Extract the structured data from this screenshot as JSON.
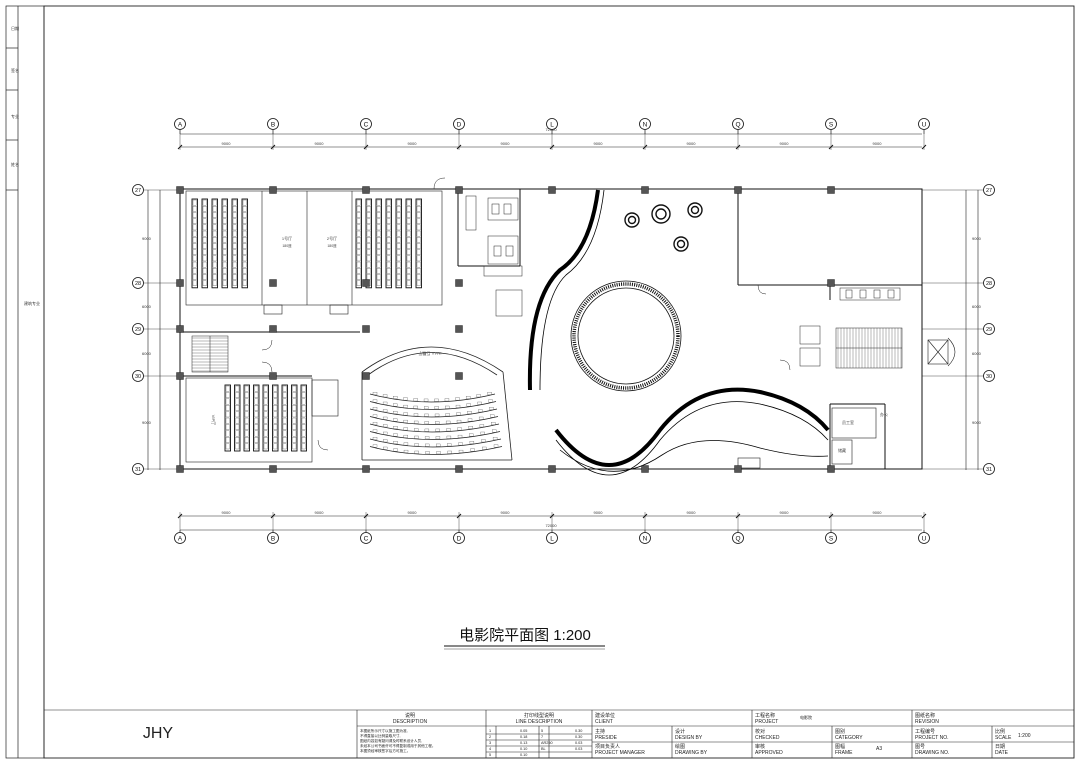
{
  "drawing": {
    "title": "电影院平面图 1:200",
    "overall_dimension": "72000",
    "bay_dimension": "9000",
    "column_axes": [
      "A",
      "B",
      "C",
      "D",
      "L",
      "N",
      "Q",
      "S",
      "U"
    ],
    "row_axes": [
      "27",
      "28",
      "29",
      "30",
      "31"
    ],
    "row_dimensions": [
      "9000",
      "6000",
      "6000",
      "9000"
    ],
    "left_margin_label": "建筑专业",
    "room_labels": {
      "cinema_1": "1号厅",
      "cinema_2": "2号厅",
      "room_cap1": "180座",
      "room_cap2": "180座",
      "vip_hall": "VIP厅",
      "imax": "IMAX 巨幕厅",
      "staff_room": "员工室",
      "office": "办公",
      "storage": "储藏"
    },
    "side_strip_labels": [
      "日期",
      "签名",
      "专业",
      "姓名"
    ]
  },
  "title_block": {
    "logo": "JHY",
    "description_cn": "说明",
    "description_en": "DESCRIPTION",
    "description_notes": [
      "本图纸所示尺寸以施工图为准,",
      "不得直接以比例量取尺寸,",
      "图纸内容如有疑问请及时联系设计人员,",
      "未经本公司书面许可不得复制或用于其他工程。",
      "本图须经审核签字后方可施工。"
    ],
    "line_desc_cn": "打印线型说明",
    "line_desc_en": "LINE DESCRIPTION",
    "line_table": [
      [
        "1",
        "0.05",
        "5",
        "0.30"
      ],
      [
        "2",
        "0.18",
        "7",
        "0.30"
      ],
      [
        "3",
        "0.13",
        "AR250",
        "0.03"
      ],
      [
        "4",
        "0.10",
        "BL",
        "0.03"
      ],
      [
        "5",
        "0.10",
        "",
        ""
      ]
    ],
    "client_cn": "建设单位",
    "client_en": "CLIENT",
    "preside_cn": "主持",
    "preside_en": "PRESIDE",
    "design_cn": "设计",
    "design_en": "DESIGN BY",
    "pm_cn": "项目负责人",
    "pm_en": "PROJECT MANAGER",
    "drawing_cn": "绘图",
    "drawing_en": "DRAWING BY",
    "project_cn": "工程名称",
    "project_en": "PROJECT",
    "project_name": "电影院",
    "checked_cn": "校对",
    "checked_en": "CHECKED",
    "category_cn": "图别",
    "category_en": "CATEGORY",
    "approved_cn": "审核",
    "approved_en": "APPROVED",
    "frame_cn": "图幅",
    "frame_en": "FRAME",
    "frame_value": "A3",
    "revision_cn": "图纸名称",
    "revision_en": "REVISION",
    "project_no_cn": "工程编号",
    "project_no_en": "PROJECT NO.",
    "drawing_no_cn": "图号",
    "drawing_no_en": "DRAWING NO.",
    "scale_cn": "比例",
    "scale_en": "SCALE",
    "scale_value": "1:200",
    "date_cn": "日期",
    "date_en": "DATE"
  }
}
